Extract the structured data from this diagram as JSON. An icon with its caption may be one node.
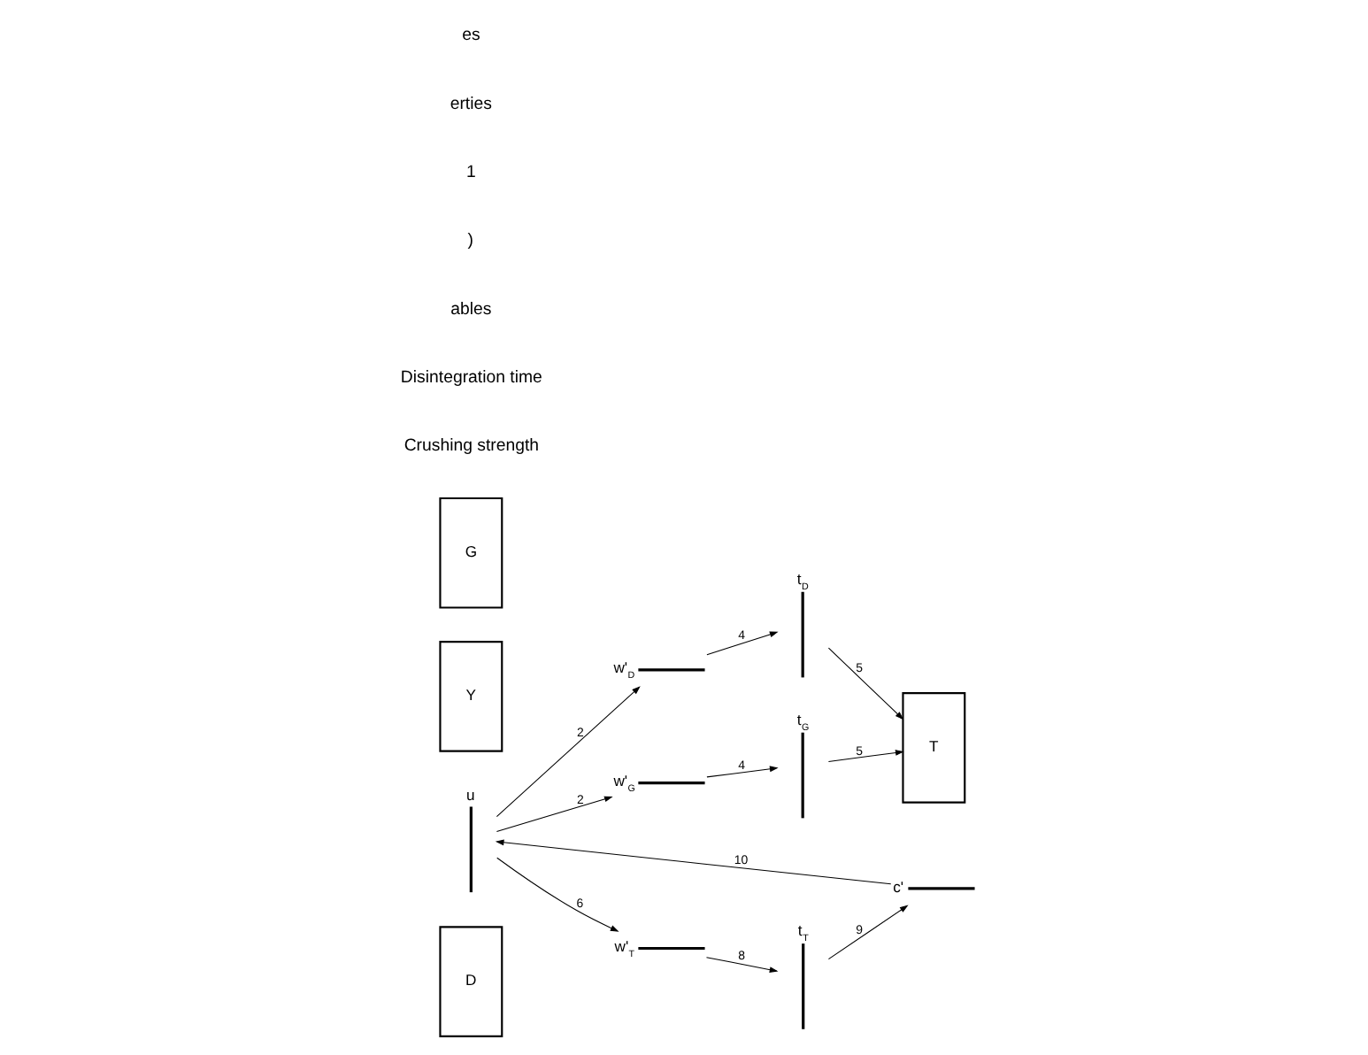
{
  "diagram": {
    "nodes": [
      {
        "text": [
          "D"
        ]
      },
      {
        "text": [
          "t$_{D}$"
        ]
      },
      {
        "text": [
          "w'$_{D}$"
        ]
      },
      {
        "text": [
          "T"
        ]
      },
      {
        "text": [
          "t$_{T}$"
        ]
      },
      {
        "text": [
          "w'$_{T}$"
        ]
      },
      {
        "text": [
          "u"
        ]
      },
      {
        "text": [
          "Y"
        ]
      },
      {
        "text": [
          "c'"
        ]
      },
      {
        "text": [
          "G"
        ]
      },
      {
        "text": [
          "t$_{G}$"
        ]
      },
      {
        "text": [
          "w'$_{G}$"
        ]
      }
    ],
    "edges": [
      {
        "from": 6,
        "to": 2,
        "arrow": "to",
        "label": "2"
      },
      {
        "from": 2,
        "to": 1,
        "arrow": "to",
        "label": "4"
      },
      {
        "from": 1,
        "to": 3,
        "arrow": "to",
        "label": "5"
      },
      {
        "from": 10,
        "to": 3,
        "arrow": "to",
        "label": "5"
      },
      {
        "from": 6,
        "to": 5,
        "arrow": "to",
        "label": "6"
      },
      {
        "from": 5,
        "to": 4,
        "arrow": "to",
        "label": "8"
      },
      {
        "from": 4,
        "to": 8,
        "arrow": "to",
        "label": "9"
      },
      {
        "from": 8,
        "to": 6,
        "arrow": "to",
        "label": "10"
      },
      {
        "from": 6,
        "to": 11,
        "arrow": "to",
        "label": "2"
      },
      {
        "from": 11,
        "to": 10,
        "arrow": "to",
        "label": "4"
      }
    ],
    "labels": [
      "Crushing strength",
      "Disintegration time",
      "ables",
      ")",
      "1",
      "erties",
      "es"
    ]
  }
}
